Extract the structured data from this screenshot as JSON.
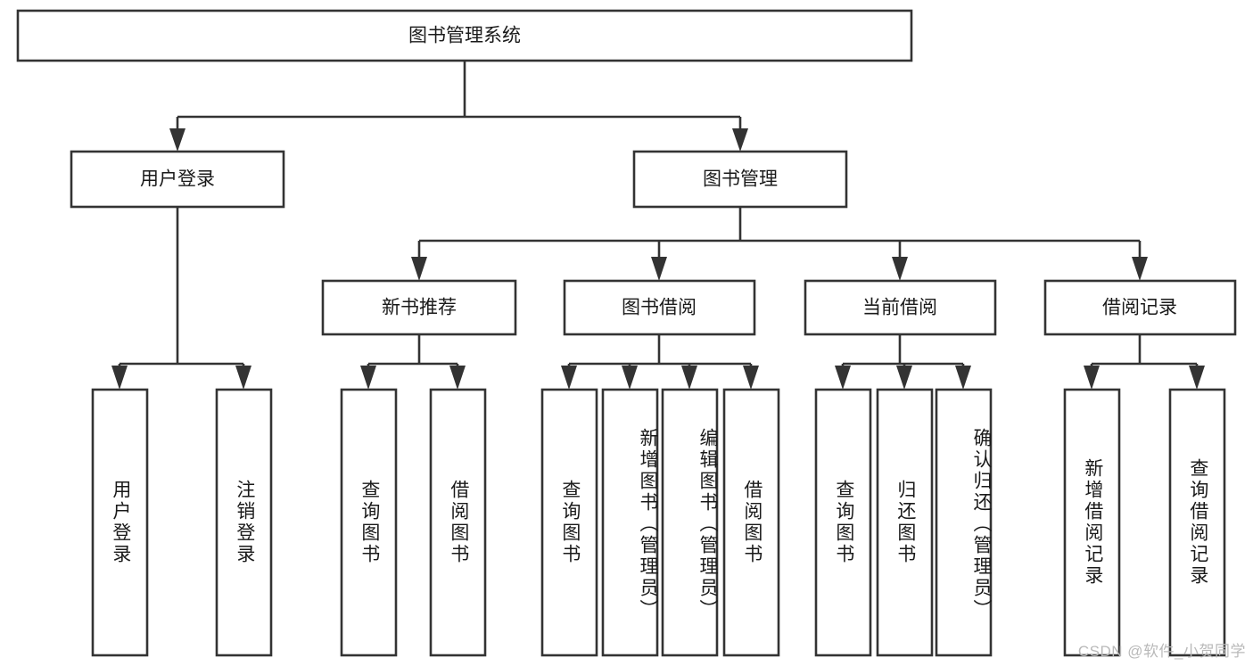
{
  "diagram": {
    "title": "图书管理系统",
    "type": "tree",
    "root": {
      "id": "root",
      "label": "图书管理系统"
    },
    "level2": [
      {
        "id": "user-login",
        "label": "用户登录"
      },
      {
        "id": "book-management",
        "label": "图书管理"
      }
    ],
    "level3": [
      {
        "id": "new-book-recommend",
        "label": "新书推荐",
        "parent": "book-management"
      },
      {
        "id": "book-borrow",
        "label": "图书借阅",
        "parent": "book-management"
      },
      {
        "id": "current-borrow",
        "label": "当前借阅",
        "parent": "book-management"
      },
      {
        "id": "borrow-record",
        "label": "借阅记录",
        "parent": "book-management"
      }
    ],
    "leaves": {
      "user-login": [
        {
          "id": "leaf-user-login",
          "label": "用户登录"
        },
        {
          "id": "leaf-user-logout",
          "label": "注销登录"
        }
      ],
      "new-book-recommend": [
        {
          "id": "leaf-query-book-1",
          "label": "查询图书"
        },
        {
          "id": "leaf-borrow-book-1",
          "label": "借阅图书"
        }
      ],
      "book-borrow": [
        {
          "id": "leaf-query-book-2",
          "label": "查询图书"
        },
        {
          "id": "leaf-add-book",
          "label": "新增图书（管理员）"
        },
        {
          "id": "leaf-edit-book",
          "label": "编辑图书（管理员）"
        },
        {
          "id": "leaf-borrow-book-2",
          "label": "借阅图书"
        }
      ],
      "current-borrow": [
        {
          "id": "leaf-query-book-3",
          "label": "查询图书"
        },
        {
          "id": "leaf-return-book",
          "label": "归还图书"
        },
        {
          "id": "leaf-confirm-return",
          "label": "确认归还（管理员）"
        }
      ],
      "borrow-record": [
        {
          "id": "leaf-add-record",
          "label": "新增借阅记录"
        },
        {
          "id": "leaf-query-record",
          "label": "查询借阅记录"
        }
      ]
    }
  },
  "watermark": {
    "text": "CSDN @软件_小贺同学"
  },
  "colors": {
    "stroke": "#333333",
    "box_fill": "#ffffff",
    "text": "#1a1a1a",
    "watermark": "#b9b9b9",
    "background": "#ffffff"
  }
}
